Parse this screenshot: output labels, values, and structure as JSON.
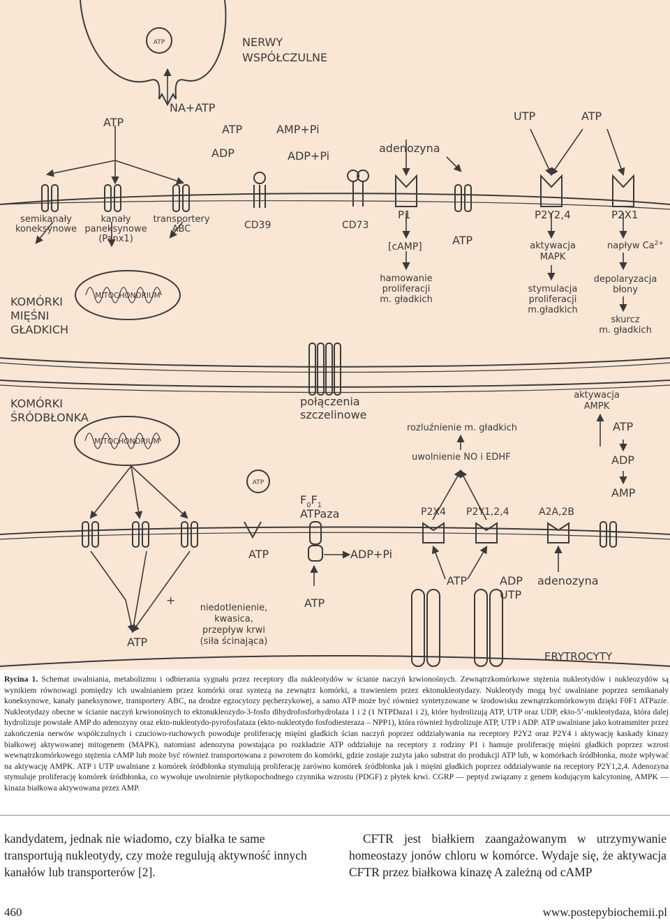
{
  "diagram": {
    "nerves_title": [
      "NERWY",
      "WSPÓŁCZULNE"
    ],
    "atp": "ATP",
    "adp": "ADP",
    "amp": "AMP",
    "utp": "UTP",
    "na_atp": "NA+ATP",
    "amp_pi": "AMP+Pi",
    "adp_pi": "ADP+Pi",
    "adenosine": "adenozyna",
    "connexin": [
      "semikanały",
      "koneksynowe"
    ],
    "pannexin": [
      "kanały",
      "paneksynowe",
      "(Panx1)"
    ],
    "abc": [
      "transportery",
      "ABC"
    ],
    "cd39": "CD39",
    "cd73": "CD73",
    "p1": "P1",
    "camp": "[cAMP]",
    "inhibition": [
      "hamowanie",
      "proliferacji",
      "m. gładkich"
    ],
    "p2y24": "P2Y2,4",
    "mapk": [
      "aktywacja",
      "MAPK"
    ],
    "stimulation": [
      "stymulacja",
      "proliferacji",
      "m.gładkich"
    ],
    "p2x1": "P2X1",
    "ca_influx": "napływ Ca",
    "ca_sup": "2+",
    "depolarization": [
      "depolaryzacja",
      "błony"
    ],
    "contraction": [
      "skurcz",
      "m. gładkich"
    ],
    "smc": [
      "KOMÓRKI",
      "MIĘŚNI",
      "GŁADKICH"
    ],
    "mitochondrium": "MITOCHONDRIUM",
    "endo": [
      "KOMÓRKI",
      "ŚRÓDBŁONKA"
    ],
    "gap": [
      "połączenia",
      "szczelinowe"
    ],
    "relax": "rozluźnienie m. gładkich",
    "no_edhf": "uwolnienie NO i EDHF",
    "ampk": [
      "aktywacja",
      "AMPK"
    ],
    "f0f1_f": "F",
    "f0f1_sub0": "0",
    "f0f1_sub1": "1",
    "f0f1_atpase": "ATPaza",
    "p2x4": "P2X4",
    "p2y124": "P2Y1,2,4",
    "a2a2b": "A2A,2B",
    "plus": "+",
    "stimuli": [
      "niedotlenienie,",
      "kwasica,",
      "przepływ krwi",
      "(siła ścinająca)"
    ],
    "erythro": "ERYTROCYTY"
  },
  "caption": {
    "label": "Rycina 1.",
    "text": " Schemat uwalniania, metabolizmu i odbierania sygnału przez receptory dla nukleotydów w ścianie naczyń krwionośnych. Zewnątrzkomórkowe stężenia nukleotydów i nukleozydów są wynikiem równowagi pomiędzy ich uwalnianiem przez komórki oraz syntezą na zewnątrz komórki, a trawieniem przez ektonukleotydazy. Nukleotydy mogą być uwalniane poprzez semikanały koneksynowe, kanały paneksynowe, transportery ABC, na drodze egzocytozy pęcherzykowej, a samo ATP może być również syntetyzowane w środowisku zewnątrzkomórkowym dzięki F0F1 ATPazie. Nukleotydazy obecne w ścianie naczyń krwionośnych to ektonukleozydo-3-fosfo dihydrofosforhydrolaza 1 i 2 (1 NTPDaza1 i 2), które hydrolizują ATP, UTP oraz UDP, ekto-5’-nukleotydaza, która dalej hydrolizuje powstałe AMP do adenozyny oraz ekto-nukleotydo-pyrofosfataza (ekto-nukleotydo fosfodiesteraza – NPP1), która również hydrolizuje ATP, UTP i ADP. ATP uwalniane jako kotransmiter przez zakończenia nerwów współczulnych i czuciowo-ruchowych powoduje proliferację mięśni gładkich ścian naczyń poprzez oddziaływania na receptory P2Y2 oraz P2Y4 i aktywację kaskady kinazy białkowej aktywowanej mitogenem (MAPK), natomiast adenozyna powstająca po rozkładzie ATP oddziałuje na receptory z rodziny P1 i hamuje proliferację mięśni gładkich poprzez wzrost wewnątrzkomórkowego stężenia cAMP lub może być również transportowana z powrotem do komórki, gdzie zostaje zużyta jako substrat do produkcji ATP lub, w komórkach śródbłonka, może wpływać na aktywację AMPK. ATP i UTP uwalniane z komórek śródbłonka stymulują proliferację zarówno komórek śródbłonka jak i mięśni gładkich poprzez oddziaływanie na receptory P2Y1,2,4. Adenozyna stymuluje proliferację komórek śródbłonka, co wywołuje uwolnienie płytkopochodnego czynnika wzrostu (PDGF) z płytek krwi. CGRP — peptyd związany z genem kodującym kalcytoninę, AMPK — kinaza białkowa aktywowana przez AMP."
  },
  "body": {
    "left": "kandydatem, jednak nie wiadomo, czy białka te same transportują nukleotydy, czy może regulują aktywność innych kanałów lub transporterów [2].",
    "right": "CFTR jest białkiem zaangażowanym w utrzymywanie homeostazy jonów chloru w komórce. Wydaje się, że aktywacja CFTR przez białkowa kinazę A zależną od cAMP"
  },
  "footer": {
    "page_number": "460",
    "url": "www.postepybiochemii.pl"
  },
  "colors": {
    "background": "#f9e6d5",
    "stroke": "#3a3a3a"
  }
}
